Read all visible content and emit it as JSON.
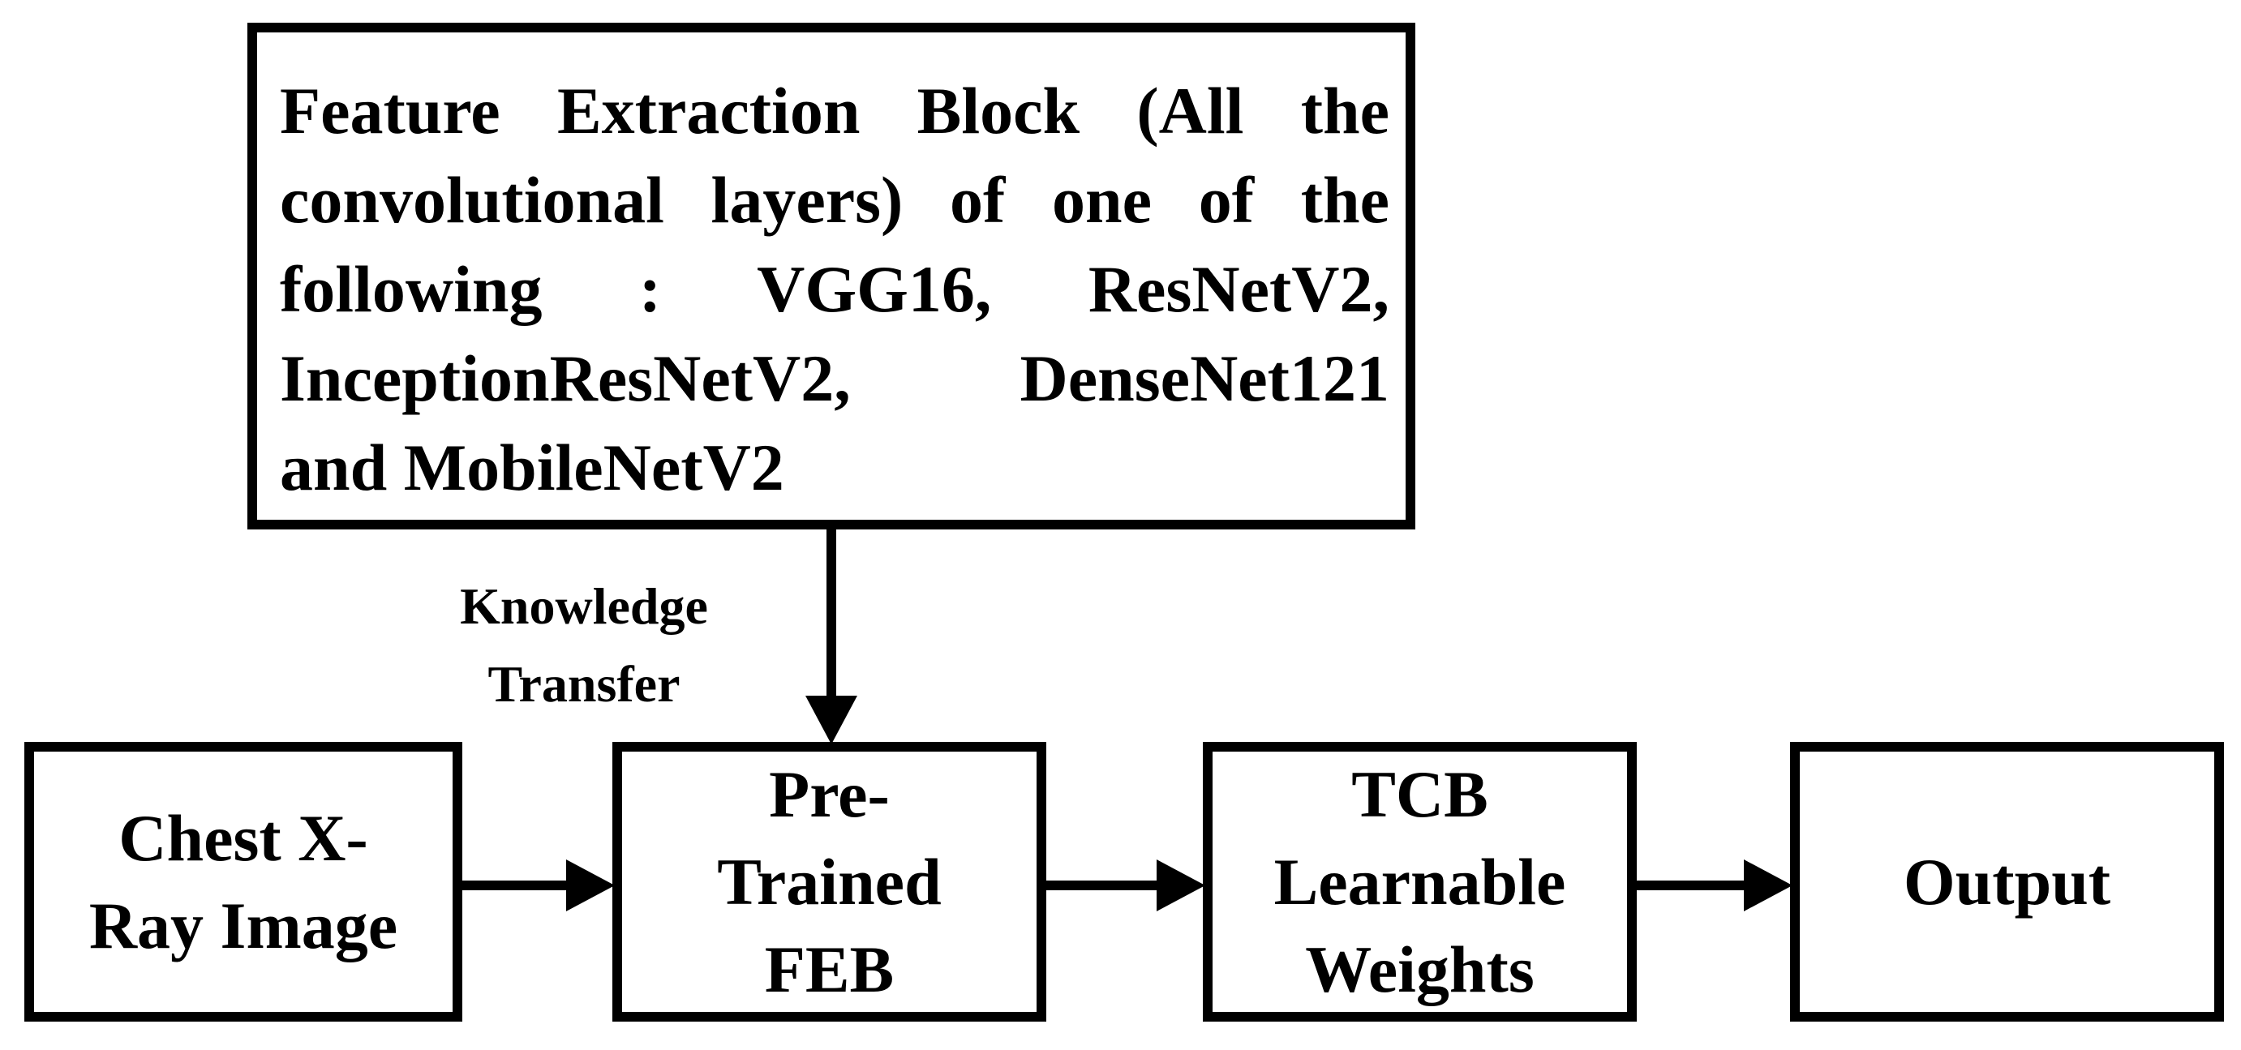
{
  "top_block": {
    "lines": [
      "Feature Extraction Block (All the",
      "convolutional layers) of one of the",
      "following : VGG16, ResNetV2,",
      "InceptionResNetV2, DenseNet121",
      "and MobileNetV2"
    ]
  },
  "transfer_label": {
    "line1": "Knowledge",
    "line2": "Transfer"
  },
  "flow": [
    {
      "lines": [
        "Chest X-",
        "Ray Image"
      ]
    },
    {
      "lines": [
        "Pre-",
        "Trained",
        "FEB"
      ]
    },
    {
      "lines": [
        "TCB",
        "Learnable",
        "Weights"
      ]
    },
    {
      "lines": [
        "Output"
      ]
    }
  ]
}
